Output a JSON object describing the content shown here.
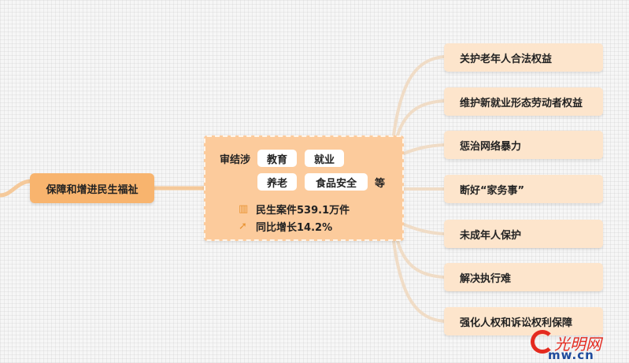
{
  "root": {
    "label": "保障和增进民生福祉"
  },
  "center": {
    "prefix": "审结涉",
    "tags": [
      "教育",
      "就业",
      "养老",
      "食品安全"
    ],
    "suffix": "等",
    "stats": [
      {
        "icon": "books-icon",
        "text": "民生案件539.1万件"
      },
      {
        "icon": "arrow-up-icon",
        "text": "同比增长14.2%"
      }
    ]
  },
  "leaves": [
    {
      "label": "关护老年人合法权益"
    },
    {
      "label": "维护新就业形态劳动者权益"
    },
    {
      "label": "惩治网络暴力"
    },
    {
      "label": "断好“家务事”"
    },
    {
      "label": "未成年人保护"
    },
    {
      "label": "解决执行难"
    },
    {
      "label": "强化人权和诉讼权利保障"
    }
  ],
  "watermark": {
    "cn": "光明网",
    "en": "mw.cn"
  },
  "colors": {
    "root": "#f8b46e",
    "center": "#fccb9c",
    "leaf": "#fde5cc",
    "line": "#f2dcc4",
    "accent": "#e89434"
  }
}
